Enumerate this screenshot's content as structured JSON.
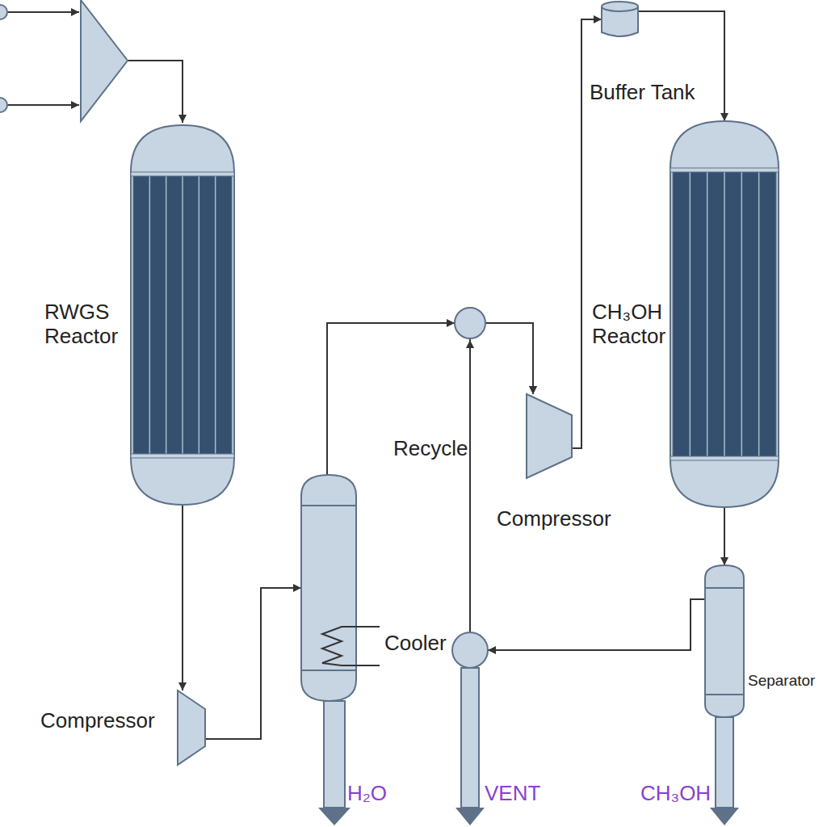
{
  "diagram": {
    "nodes": [
      {
        "text": [
          "RWGS Reactor"
        ]
      },
      {
        "text": [
          "Compressor"
        ]
      },
      {
        "text": [
          "Cooler"
        ]
      },
      {
        "text": [
          "Compressor"
        ]
      },
      {
        "text": [
          "Buffer Tank"
        ]
      },
      {
        "text": [
          "CH₃OH Reactor"
        ]
      },
      {
        "text": [
          "Separator"
        ]
      }
    ],
    "edges": [
      {
        "from": 0,
        "to": 1,
        "arrow": "to"
      },
      {
        "from": 1,
        "to": 2,
        "arrow": "to"
      },
      {
        "from": 2,
        "to": 3,
        "arrow": "to"
      },
      {
        "from": 6,
        "to": 3,
        "arrow": "to"
      },
      {
        "from": 3,
        "to": 4,
        "arrow": "to"
      },
      {
        "from": 4,
        "to": 5,
        "arrow": "to"
      },
      {
        "from": 5,
        "to": 6,
        "arrow": "to"
      }
    ],
    "labels": [
      "Recycle",
      "H₂O",
      "VENT",
      "CH₃OH"
    ]
  }
}
